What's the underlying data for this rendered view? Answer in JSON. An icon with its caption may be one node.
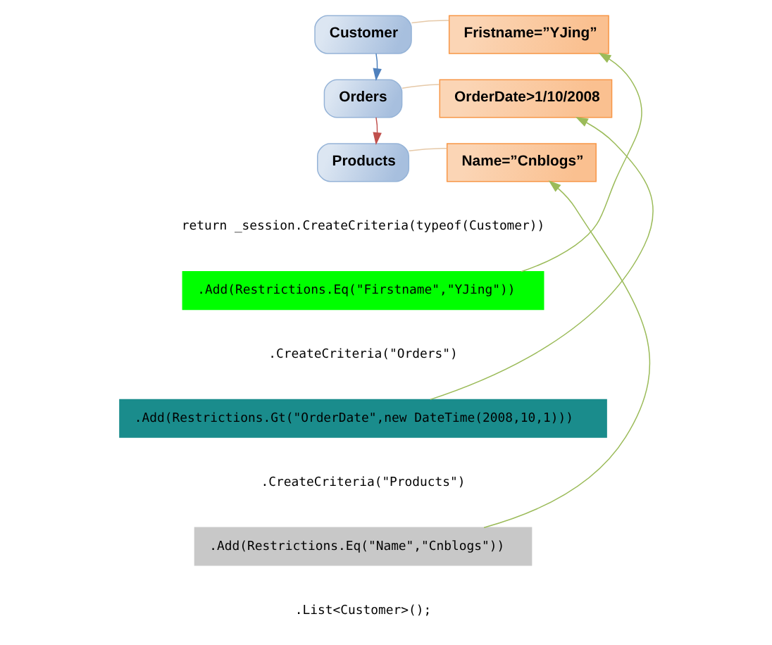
{
  "diagram": {
    "nodes": [
      {
        "text": [
          "Customer"
        ]
      },
      {
        "text": [
          "Fristname=”YJing”"
        ]
      },
      {
        "text": [
          "Orders"
        ]
      },
      {
        "text": [
          "OrderDate>1/10/2008"
        ]
      },
      {
        "text": [
          "Products"
        ]
      },
      {
        "text": [
          "Name=”Cnblogs”"
        ]
      },
      {
        "text": [
          ".Add(Restrictions.Eq(\"Firstname\",\"YJing\"))"
        ]
      },
      {
        "text": [
          ".Add(Restrictions.Gt(\"OrderDate\",new DateTime(2008,10,1)))"
        ]
      },
      {
        "text": [
          ".Add(Restrictions.Eq(\"Name\",\"Cnblogs\"))"
        ]
      }
    ],
    "edges": [
      {
        "from": 0,
        "to": 1,
        "arrow": "none",
        "color": "#e6c9a8"
      },
      {
        "from": 0,
        "to": 2,
        "arrow": "to",
        "color": "#4f81bd"
      },
      {
        "from": 2,
        "to": 3,
        "arrow": "none",
        "color": "#e6c9a8"
      },
      {
        "from": 2,
        "to": 4,
        "arrow": "to",
        "color": "#c0504d"
      },
      {
        "from": 4,
        "to": 5,
        "arrow": "none",
        "color": "#e6c9a8"
      },
      {
        "from": 6,
        "to": 1,
        "arrow": "to",
        "color": "#9bbb59"
      },
      {
        "from": 7,
        "to": 3,
        "arrow": "to",
        "color": "#9bbb59"
      },
      {
        "from": 8,
        "to": 5,
        "arrow": "to",
        "color": "#9bbb59"
      }
    ],
    "labels": [
      "return _session.CreateCriteria(typeof(Customer))",
      ".CreateCriteria(\"Orders\")",
      ".CreateCriteria(\"Products\")",
      ".List<Customer>();"
    ]
  }
}
